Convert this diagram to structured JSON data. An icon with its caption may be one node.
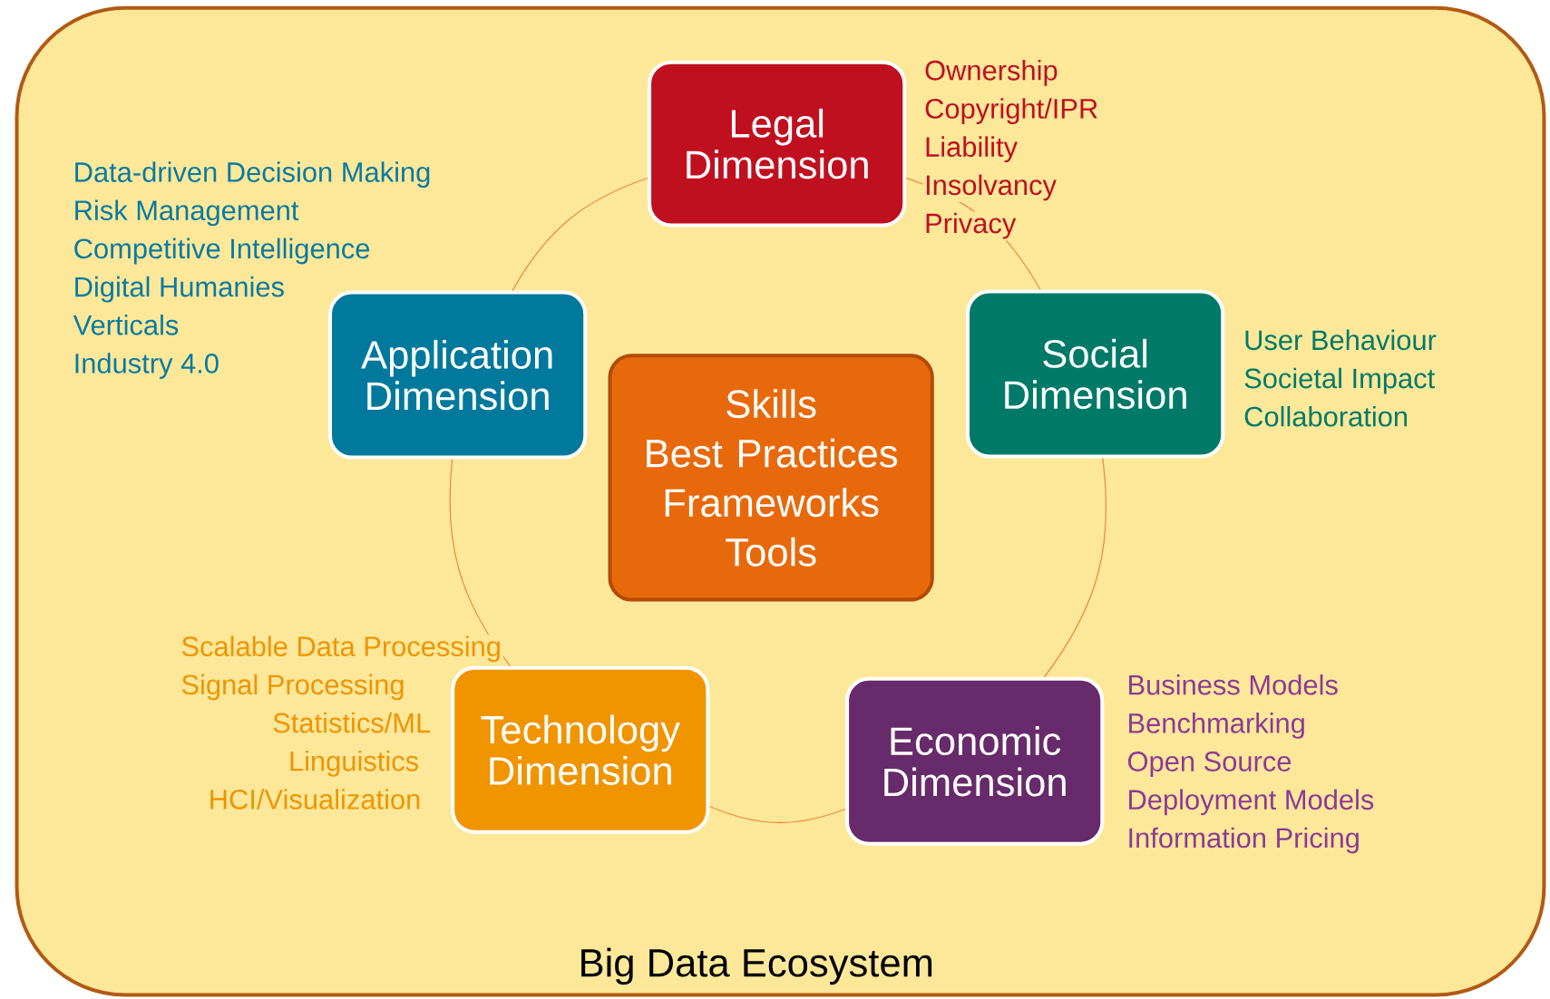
{
  "diagram": {
    "nodes": [
      {
        "text": [
          "Big Data Ecosystem"
        ]
      },
      {
        "text": [
          "Legal Dimension"
        ],
        "in": 0,
        "beside": [
          "Ownership",
          "Copyright/IPR",
          "Liability",
          "Insolvancy",
          "Privacy"
        ]
      },
      {
        "text": [
          "Application Dimension"
        ],
        "in": 0,
        "beside": [
          "Data-driven Decision Making",
          "Risk Management",
          "Competitive Intelligence",
          "Digital Humanies",
          "Verticals",
          "Industry 4.0"
        ]
      },
      {
        "text": [
          "Skills",
          "Best Practices",
          "Frameworks",
          "Tools"
        ],
        "in": 0
      },
      {
        "text": [
          "Social Dimension"
        ],
        "in": 0,
        "beside": [
          "User Behaviour",
          "Societal Impact",
          "Collaboration"
        ]
      },
      {
        "text": [
          "Technology Dimension"
        ],
        "in": 0,
        "beside": [
          "Scalable Data Processing",
          "Signal Processing",
          "Statistics/ML",
          "Linguistics",
          "HCI/Visualization"
        ]
      },
      {
        "text": [
          "Economic Dimension"
        ],
        "in": 0,
        "beside": [
          "Business Models",
          "Benchmarking",
          "Open Source",
          "Deployment Models",
          "Information Pricing"
        ]
      }
    ],
    "edges": [
      {
        "from": 1,
        "to": 4,
        "arrow": "none"
      },
      {
        "from": 4,
        "to": 6,
        "arrow": "none"
      },
      {
        "from": 6,
        "to": 5,
        "arrow": "none"
      },
      {
        "from": 5,
        "to": 2,
        "arrow": "none"
      },
      {
        "from": 2,
        "to": 1,
        "arrow": "none"
      }
    ]
  }
}
